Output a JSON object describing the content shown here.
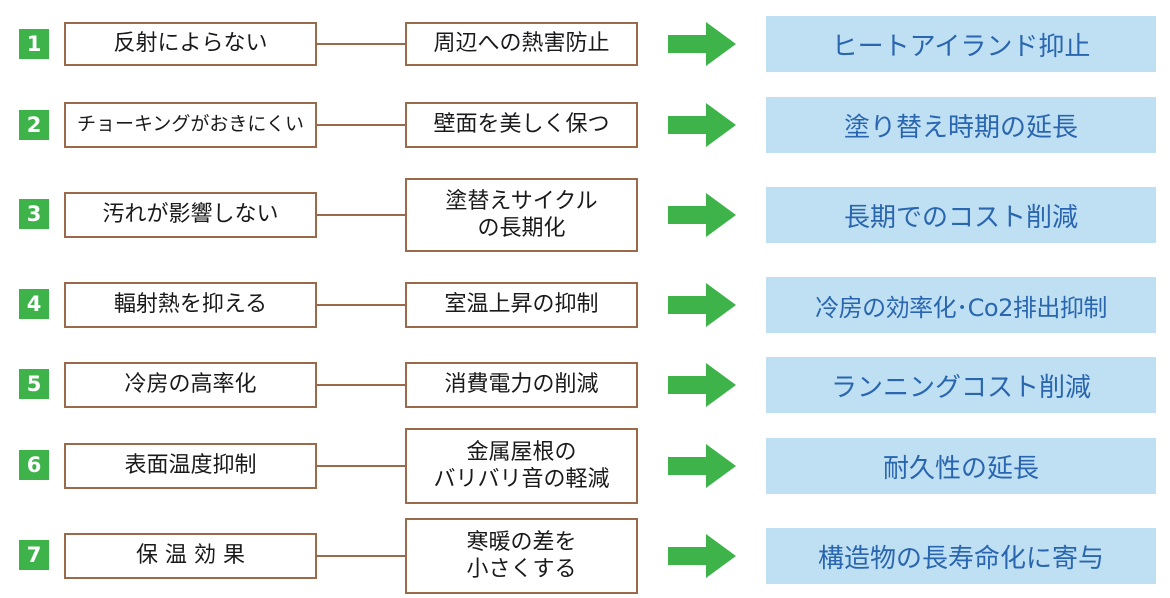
{
  "rows": [
    {
      "number": "1",
      "cause": "反射によらない",
      "effect": "周辺への熱害防止",
      "result": "ヒートアイランド抑止"
    },
    {
      "number": "2",
      "cause": "チョーキングがおきにくい",
      "effect": "壁面を美しく保つ",
      "result": "塗り替え時期の延長"
    },
    {
      "number": "3",
      "cause": "汚れが影響しない",
      "effect": "塗替えサイクル\nの長期化",
      "result": "長期でのコスト削減"
    },
    {
      "number": "4",
      "cause": "輻射熱を抑える",
      "effect": "室温上昇の抑制",
      "result": "冷房の効率化･Co2排出抑制"
    },
    {
      "number": "5",
      "cause": "冷房の高率化",
      "effect": "消費電力の削減",
      "result": "ランニングコスト削減"
    },
    {
      "number": "6",
      "cause": "表面温度抑制",
      "effect": "金属屋根の\nバリバリ音の軽減",
      "result": "耐久性の延長"
    },
    {
      "number": "7",
      "cause": "保 温 効 果",
      "effect": "寒暖の差を\n小さくする",
      "result": "構造物の長寿命化に寄与"
    }
  ],
  "colors": {
    "number_badge": "#3db34a",
    "box_border": "#9a6a4a",
    "arrow": "#3db34a",
    "result_bg": "#bfe0f2",
    "result_text": "#2a66b0"
  },
  "icons": {
    "arrow": "right-arrow-icon"
  }
}
